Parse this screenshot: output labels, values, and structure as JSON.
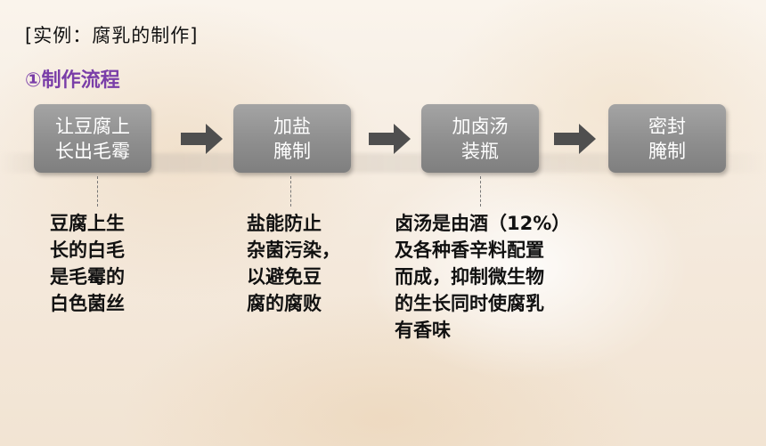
{
  "title": "[实例：腐乳的制作]",
  "subtitle": "①制作流程",
  "steps": [
    {
      "lines": [
        "让豆腐上",
        "长出毛霉"
      ]
    },
    {
      "lines": [
        "加盐",
        "腌制"
      ]
    },
    {
      "lines": [
        "加卤汤",
        "装瓶"
      ]
    },
    {
      "lines": [
        "密封",
        "腌制"
      ]
    }
  ],
  "notes": [
    {
      "lines": [
        "豆腐上生",
        "长的白毛",
        "是毛霉的",
        "白色菌丝"
      ]
    },
    {
      "lines": [
        "盐能防止",
        "杂菌污染，",
        "以避免豆",
        "腐的腐败"
      ]
    },
    {
      "lines": [
        "卤汤是由酒（12%）",
        "及各种香辛料配置",
        "而成，抑制微生物",
        "的生长同时使腐乳",
        "有香味"
      ]
    }
  ],
  "colors": {
    "subtitle": "#7a3ea8",
    "box": "#8e8e8e",
    "arrow": "#4f4f4f"
  },
  "icons": [
    "right-arrow-icon"
  ]
}
